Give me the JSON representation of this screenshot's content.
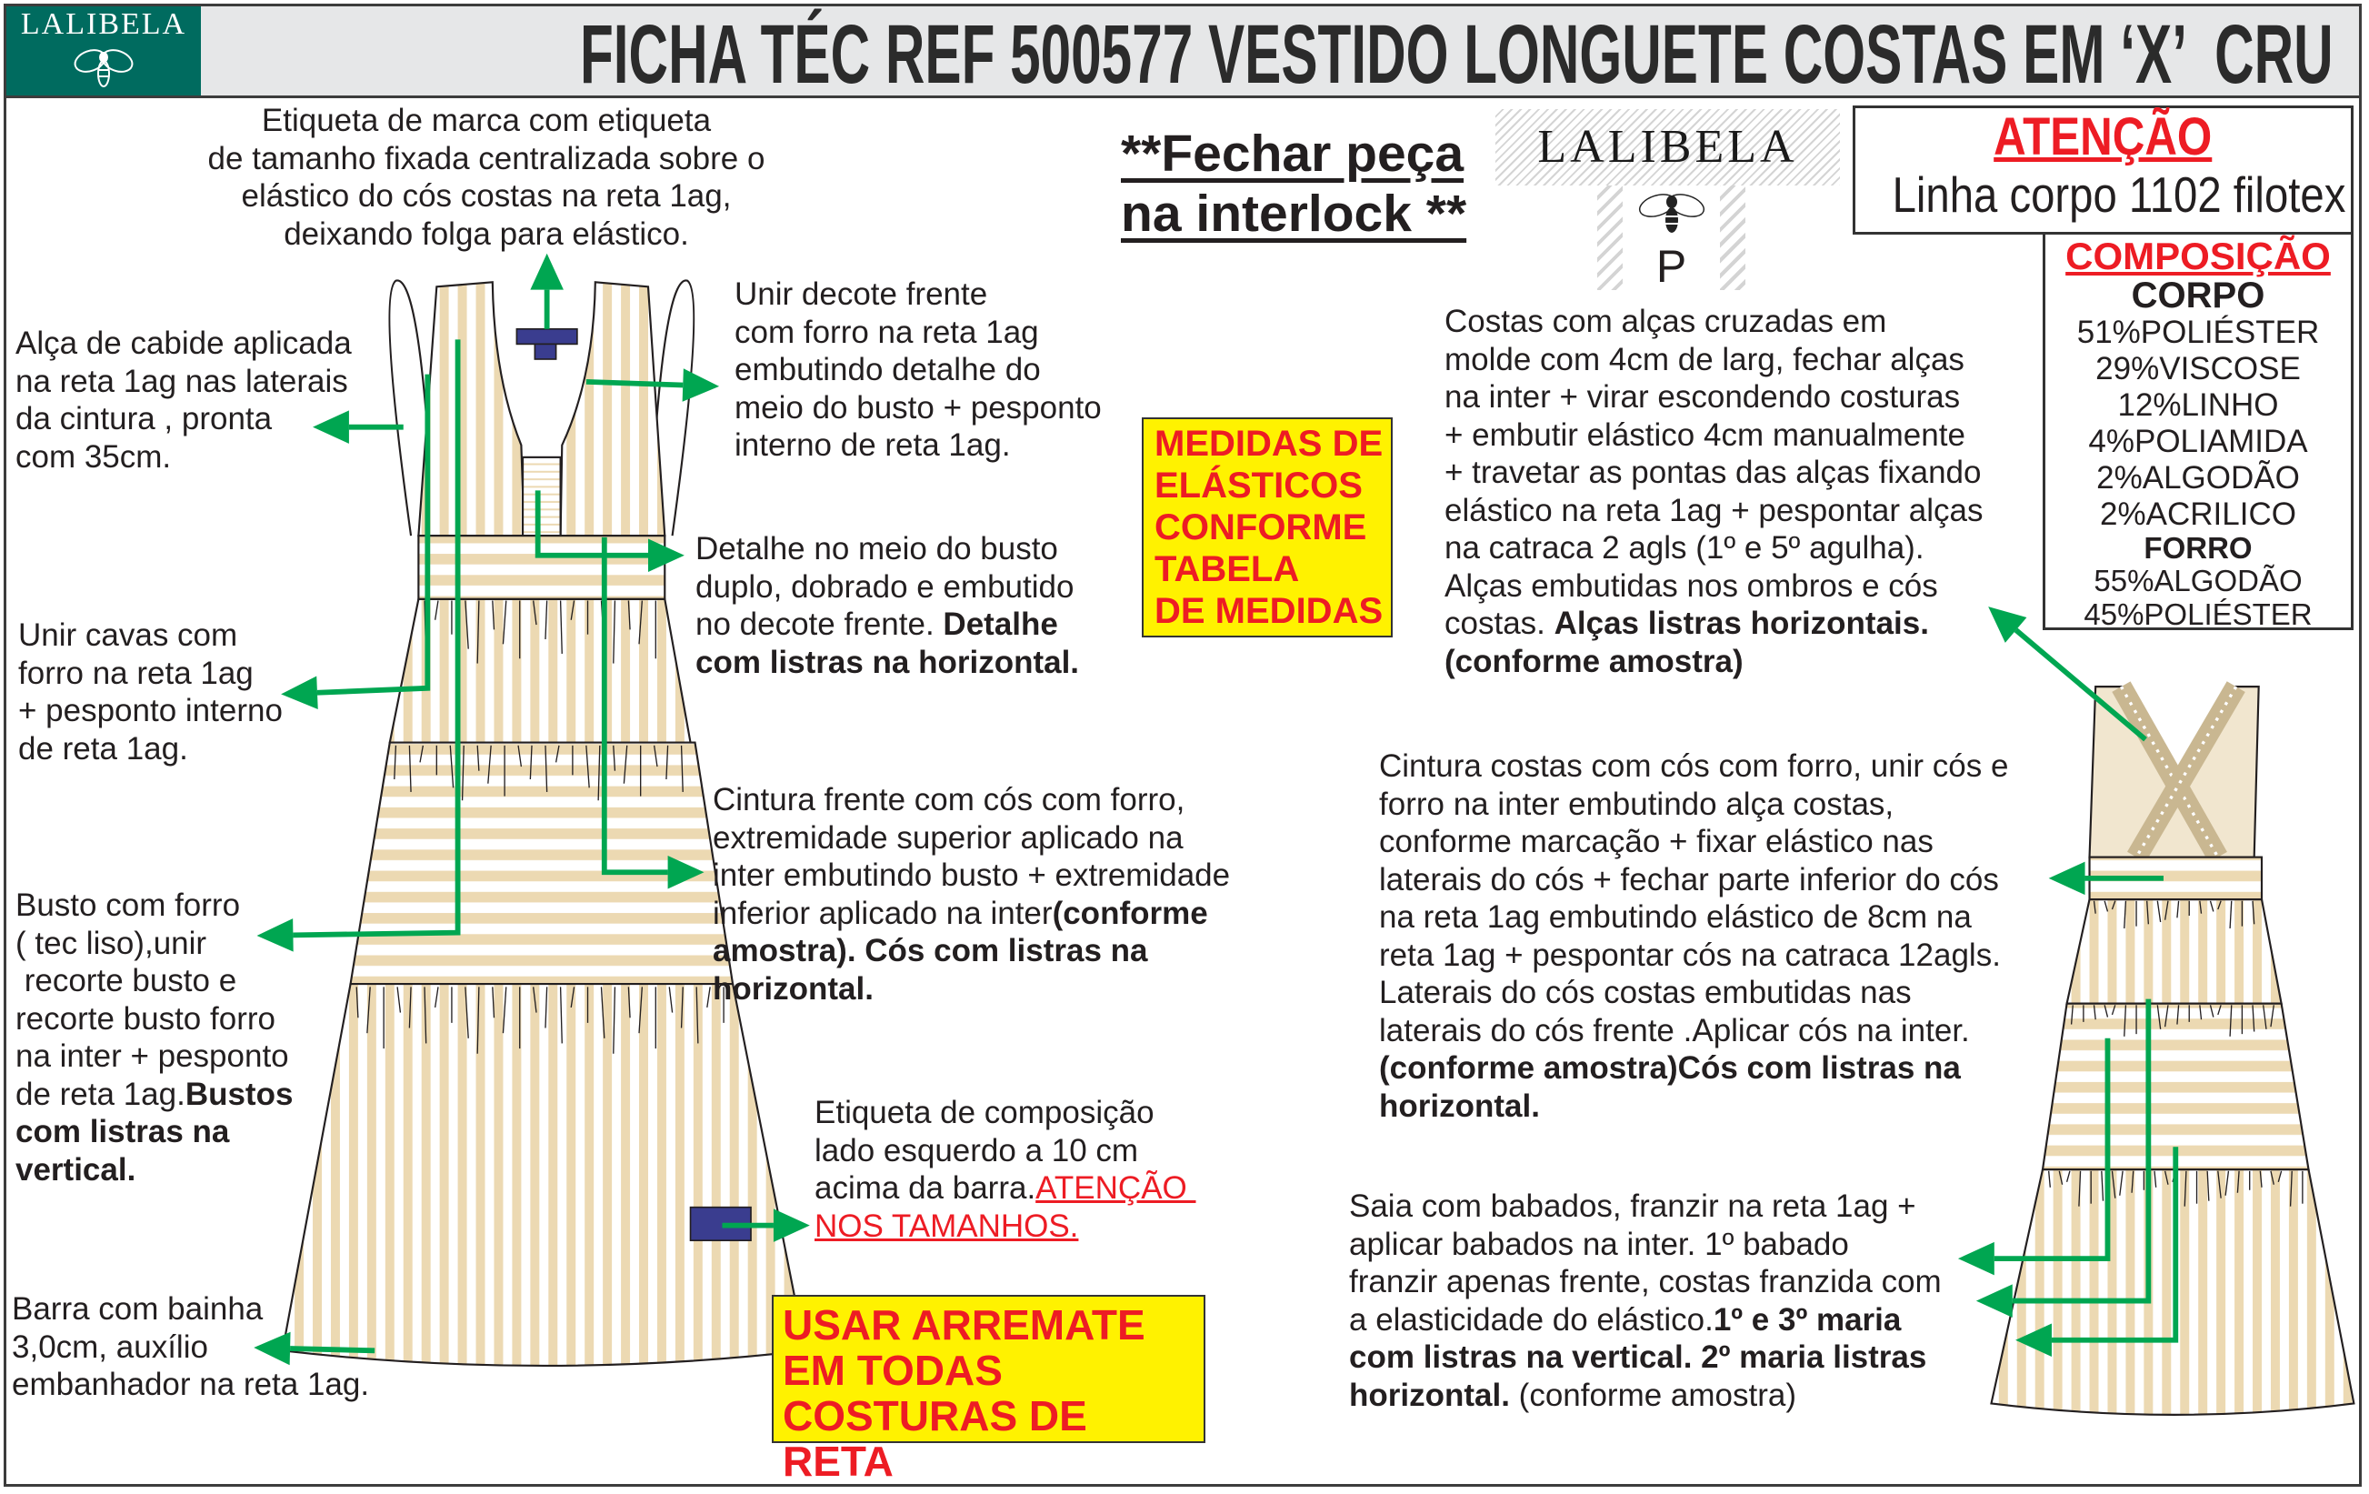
{
  "header": {
    "logo_text": "LALIBELA",
    "title": "FICHA TÉC REF 500577 VESTIDO LONGUETE COSTAS EM ‘X’  CRU"
  },
  "colors": {
    "stripe": "#ecd9b2",
    "arrow": "#00a651",
    "label": "#3a3d8f",
    "alert": "#ed1c24",
    "highlight": "#fff200",
    "logo_bg": "#006b5f"
  },
  "notes": {
    "interlock": [
      "**Fechar peça",
      "na interlock **"
    ],
    "medidas": [
      "MEDIDAS DE",
      "ELÁSTICOS",
      "CONFORME",
      "TABELA",
      "DE MEDIDAS"
    ],
    "arremate": [
      "USAR ARREMATE",
      "EM TODAS",
      "COSTURAS DE RETA"
    ]
  },
  "brand_label": {
    "name": "LALIBELA",
    "size": "P"
  },
  "atencao": {
    "heading": "ATENÇÃO",
    "text": "Linha corpo 1102 filotex"
  },
  "composicao": {
    "heading": "COMPOSIÇÃO",
    "corpo_label": "CORPO",
    "corpo": [
      "51%POLIÉSTER",
      "29%VISCOSE",
      "12%LINHO",
      "4%POLIAMIDA",
      "2%ALGODÃO",
      "2%ACRILICO"
    ],
    "forro_label": "FORRO",
    "forro": [
      "55%ALGODÃO",
      "45%POLIÉSTER"
    ]
  },
  "annotations": {
    "etiqueta_marca": [
      [
        [
          "Etiqueta de marca com etiqueta",
          ""
        ]
      ],
      [
        [
          "de tamanho fixada centralizada sobre o",
          ""
        ]
      ],
      [
        [
          "elástico do cós costas na reta 1ag,",
          ""
        ]
      ],
      [
        [
          "deixando folga para elástico.",
          ""
        ]
      ]
    ],
    "unir_decote": [
      [
        [
          "Unir decote frente",
          ""
        ]
      ],
      [
        [
          "com forro na reta 1ag",
          ""
        ]
      ],
      [
        [
          "embutindo detalhe do",
          ""
        ]
      ],
      [
        [
          "meio do busto + pesponto",
          ""
        ]
      ],
      [
        [
          "interno de reta 1ag.",
          ""
        ]
      ]
    ],
    "alca_cabide": [
      [
        [
          "Alça de cabide aplicada",
          ""
        ]
      ],
      [
        [
          "na reta 1ag nas laterais",
          ""
        ]
      ],
      [
        [
          "da cintura , pronta",
          ""
        ]
      ],
      [
        [
          "com 35cm.",
          ""
        ]
      ]
    ],
    "detalhe_busto": [
      [
        [
          "Detalhe no meio do busto",
          ""
        ]
      ],
      [
        [
          "duplo, dobrado e embutido",
          ""
        ]
      ],
      [
        [
          "no decote frente. ",
          ""
        ],
        [
          "Detalhe",
          "b"
        ]
      ],
      [
        [
          "com listras na horizontal.",
          "b"
        ]
      ]
    ],
    "unir_cavas": [
      [
        [
          "Unir cavas com",
          ""
        ]
      ],
      [
        [
          "forro na reta 1ag",
          ""
        ]
      ],
      [
        [
          "+ pesponto interno",
          ""
        ]
      ],
      [
        [
          "de reta 1ag.",
          ""
        ]
      ]
    ],
    "cintura_frente": [
      [
        [
          "Cintura frente com cós com forro,",
          ""
        ]
      ],
      [
        [
          "extremidade superior aplicado na",
          ""
        ]
      ],
      [
        [
          "inter embutindo busto + extremidade",
          ""
        ]
      ],
      [
        [
          "inferior aplicado na inter",
          ""
        ],
        [
          "(conforme",
          "b"
        ]
      ],
      [
        [
          "amostra). Cós com listras na",
          "b"
        ]
      ],
      [
        [
          "horizontal.",
          "b"
        ]
      ]
    ],
    "busto_forro": [
      [
        [
          "Busto com forro",
          ""
        ]
      ],
      [
        [
          "( tec liso),unir",
          ""
        ]
      ],
      [
        [
          " recorte busto e",
          ""
        ]
      ],
      [
        [
          "recorte busto forro",
          ""
        ]
      ],
      [
        [
          "na inter + pesponto",
          ""
        ]
      ],
      [
        [
          "de reta 1ag.",
          ""
        ],
        [
          "Bustos",
          "b"
        ]
      ],
      [
        [
          "com listras na",
          "b"
        ]
      ],
      [
        [
          "vertical.",
          "b"
        ]
      ]
    ],
    "etiqueta_composicao": [
      [
        [
          "Etiqueta de composição",
          ""
        ]
      ],
      [
        [
          "lado esquerdo a 10 cm",
          ""
        ]
      ],
      [
        [
          "acima da barra.",
          ""
        ],
        [
          "ATENÇÃO ",
          "r"
        ]
      ],
      [
        [
          "NOS TAMANHOS.",
          "r"
        ]
      ]
    ],
    "barra": [
      [
        [
          "Barra com bainha",
          ""
        ]
      ],
      [
        [
          "3,0cm, auxílio",
          ""
        ]
      ],
      [
        [
          "embanhador na reta 1ag.",
          ""
        ]
      ]
    ],
    "costas_alcas": [
      [
        [
          "Costas com alças cruzadas em",
          ""
        ]
      ],
      [
        [
          "molde com 4cm de larg, fechar alças",
          ""
        ]
      ],
      [
        [
          "na inter + virar escondendo costuras",
          ""
        ]
      ],
      [
        [
          "+ embutir elástico 4cm manualmente",
          ""
        ]
      ],
      [
        [
          "+ travetar as pontas das alças fixando",
          ""
        ]
      ],
      [
        [
          "elástico na reta 1ag + pespontar alças",
          ""
        ]
      ],
      [
        [
          "na catraca 2 agls (1º e 5º agulha).",
          ""
        ]
      ],
      [
        [
          "Alças embutidas nos ombros e cós",
          ""
        ]
      ],
      [
        [
          "costas. ",
          ""
        ],
        [
          "Alças listras horizontais.",
          "b"
        ]
      ],
      [
        [
          "(conforme amostra)",
          "b"
        ]
      ]
    ],
    "cintura_costas": [
      [
        [
          "Cintura costas com cós com forro, unir cós e",
          ""
        ]
      ],
      [
        [
          "forro na inter embutindo alça costas,",
          ""
        ]
      ],
      [
        [
          "conforme marcação + fixar elástico nas",
          ""
        ]
      ],
      [
        [
          "laterais do cós + fechar parte inferior do cós",
          ""
        ]
      ],
      [
        [
          "na reta 1ag embutindo elástico de 8cm na",
          ""
        ]
      ],
      [
        [
          "reta 1ag + pespontar cós na catraca 12agls.",
          ""
        ]
      ],
      [
        [
          "Laterais do cós costas embutidas nas",
          ""
        ]
      ],
      [
        [
          "laterais do cós frente .Aplicar cós na inter.",
          ""
        ]
      ],
      [
        [
          "(conforme amostra)Cós com listras na",
          "b"
        ]
      ],
      [
        [
          "horizontal.",
          "b"
        ]
      ]
    ],
    "saia_babados": [
      [
        [
          "Saia com babados, franzir na reta 1ag +",
          ""
        ]
      ],
      [
        [
          "aplicar babados na inter. 1º babado",
          ""
        ]
      ],
      [
        [
          "franzir apenas frente, costas franzida com",
          ""
        ]
      ],
      [
        [
          "a elasticidade do elástico.",
          ""
        ],
        [
          "1º e 3º maria",
          "b"
        ]
      ],
      [
        [
          "com listras na vertical. 2º maria listras",
          "b"
        ]
      ],
      [
        [
          "horizontal.",
          "b"
        ],
        [
          " (conforme amostra)",
          ""
        ]
      ]
    ]
  }
}
